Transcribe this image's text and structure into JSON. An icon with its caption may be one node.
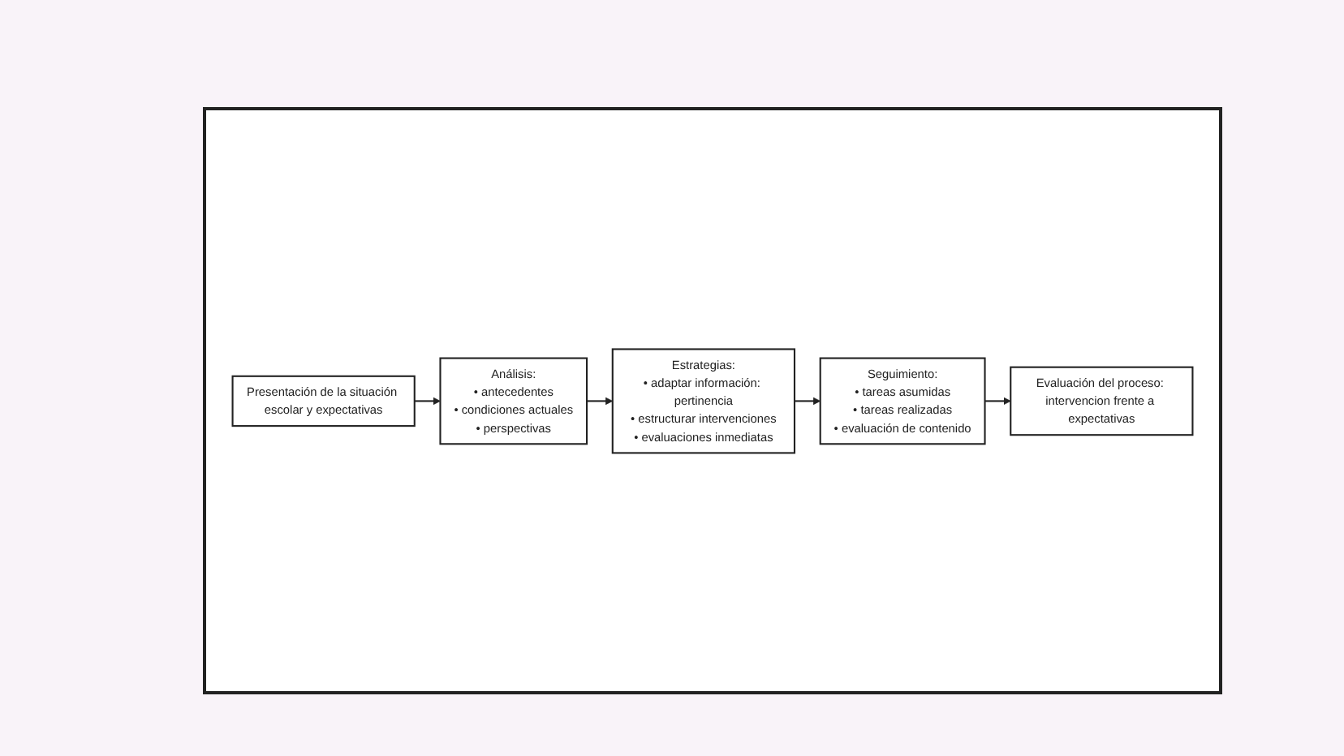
{
  "diagram": {
    "nodes": [
      {
        "text": [
          "Presentación de la situación escolar y expectativas"
        ]
      },
      {
        "text": [
          "Análisis:",
          "• antecedentes",
          "• condiciones actuales",
          "• perspectivas"
        ]
      },
      {
        "text": [
          "Estrategias:",
          "• adaptar información: pertinencia",
          "• estructurar intervenciones",
          "• evaluaciones inmediatas"
        ]
      },
      {
        "text": [
          "Seguimiento:",
          "• tareas asumidas",
          "• tareas realizadas",
          "• evaluación de contenido"
        ]
      },
      {
        "text": [
          "Evaluación del proceso: intervencion frente a expectativas"
        ]
      }
    ],
    "edges": [
      {
        "from": 0,
        "to": 1,
        "arrow": "to"
      },
      {
        "from": 1,
        "to": 2,
        "arrow": "to"
      },
      {
        "from": 2,
        "to": 3,
        "arrow": "to"
      },
      {
        "from": 3,
        "to": 4,
        "arrow": "to"
      }
    ]
  }
}
